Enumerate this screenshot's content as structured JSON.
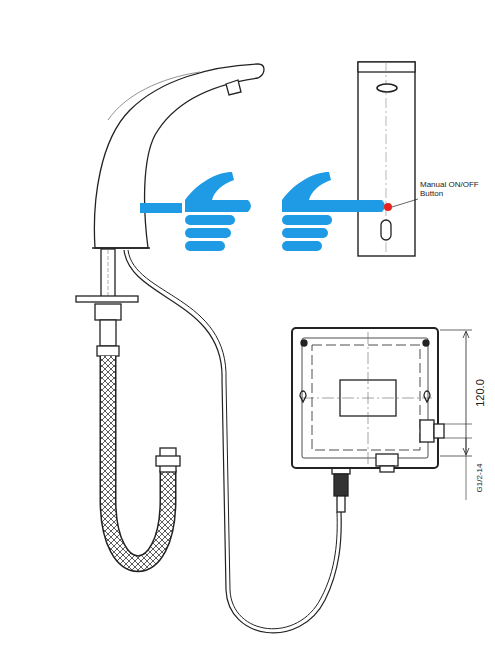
{
  "diagram": {
    "labels": [
      "Manual ON/OFF Button",
      "120.0",
      "G1/2-14"
    ]
  }
}
